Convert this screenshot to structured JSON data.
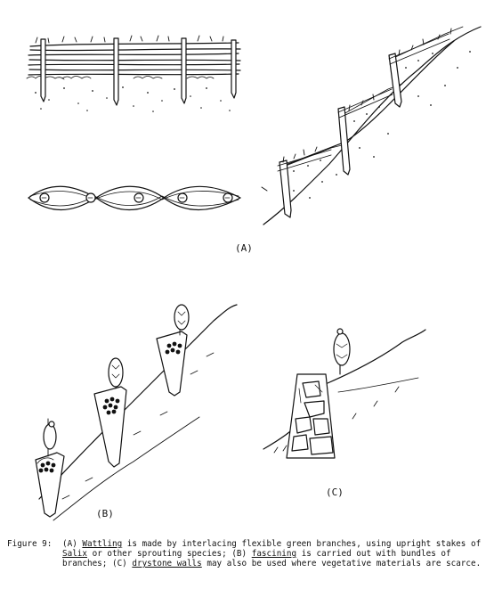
{
  "figure": {
    "panel_labels": {
      "a": "(A)",
      "b": "(B)",
      "c": "(C)"
    },
    "caption": {
      "lead": "Figure 9:",
      "parts": [
        "(A) ",
        "Wattling",
        " is made by interlacing flexible green branches, using upright stakes of ",
        "Salix",
        " or other sprouting species; (B) ",
        "fascining",
        " is carried out with bundles of branches; (C) ",
        "drystone walls",
        " may also be used where vegetative materials are scarce."
      ]
    }
  }
}
